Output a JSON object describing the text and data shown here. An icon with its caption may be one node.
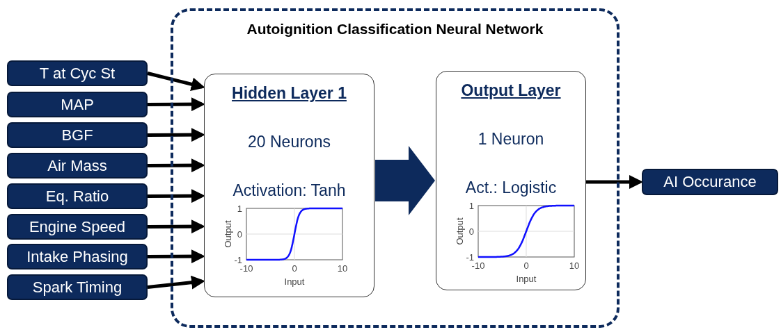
{
  "diagram": {
    "nodes": [
      {
        "text": [
          "T at Cyc St"
        ]
      },
      {
        "text": [
          "MAP"
        ]
      },
      {
        "text": [
          "BGF"
        ]
      },
      {
        "text": [
          "Air Mass"
        ]
      },
      {
        "text": [
          "Eq. Ratio"
        ]
      },
      {
        "text": [
          "Engine Speed"
        ]
      },
      {
        "text": [
          "Intake Phasing"
        ]
      },
      {
        "text": [
          "Spark Timing"
        ]
      },
      {
        "text": [
          "Autoignition Classification Neural Network"
        ]
      },
      {
        "text": [
          "Hidden Layer 1",
          "20 Neurons",
          "Activation: Tanh"
        ],
        "in": 8
      },
      {
        "text": [
          "Output Layer",
          "1 Neuron",
          "Act.: Logistic"
        ],
        "in": 8
      },
      {
        "text": [
          "AI Occurance"
        ]
      }
    ],
    "edges": [
      {
        "from": 0,
        "to": 9,
        "arrow": "to"
      },
      {
        "from": 1,
        "to": 9,
        "arrow": "to"
      },
      {
        "from": 2,
        "to": 9,
        "arrow": "to"
      },
      {
        "from": 3,
        "to": 9,
        "arrow": "to"
      },
      {
        "from": 4,
        "to": 9,
        "arrow": "to"
      },
      {
        "from": 5,
        "to": 9,
        "arrow": "to"
      },
      {
        "from": 6,
        "to": 9,
        "arrow": "to"
      },
      {
        "from": 7,
        "to": 9,
        "arrow": "to"
      },
      {
        "from": 9,
        "to": 10,
        "arrow": "to",
        "style": "thick",
        "color": "#0d2a5c"
      },
      {
        "from": 10,
        "to": 11,
        "arrow": "to"
      }
    ],
    "labels": [
      "1",
      "0",
      "-1",
      "-10",
      "0",
      "10",
      "Output",
      "Input",
      "1",
      "0",
      "-1",
      "-10",
      "0",
      "10",
      "Output",
      "Input"
    ]
  }
}
